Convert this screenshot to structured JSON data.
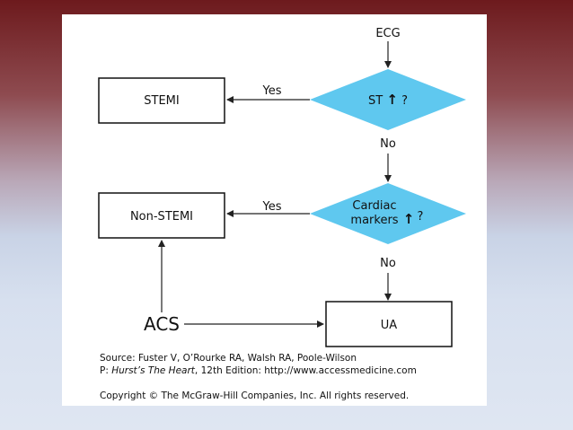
{
  "flowchart": {
    "start": "ECG",
    "decision_1": {
      "label_parts": [
        "ST",
        "?"
      ],
      "arrow_symbol": "↑"
    },
    "decision_2": {
      "line1": "Cardiac",
      "line2": "markers",
      "arrow_symbol": "↑",
      "question": "?"
    },
    "outcomes": {
      "stemi": "STEMI",
      "non_stemi": "Non-STEMI",
      "ua": "UA",
      "acs": "ACS"
    },
    "edge_labels": {
      "yes_1": "Yes",
      "no_1": "No",
      "yes_2": "Yes",
      "no_2": "No"
    },
    "colors": {
      "decision_fill": "#5fc8ef",
      "box_border": "#111111",
      "line": "#222222"
    }
  },
  "caption": {
    "source_line1": "Source: Fuster V, O’Rourke RA, Walsh RA, Poole-Wilson",
    "source_line2_prefix": "P: ",
    "source_line2_title": "Hurst’s The Heart",
    "source_line2_suffix": ", 12th Edition: http://www.accessmedicine.com",
    "copyright": "Copyright © The McGraw-Hill Companies, Inc. All rights reserved."
  }
}
